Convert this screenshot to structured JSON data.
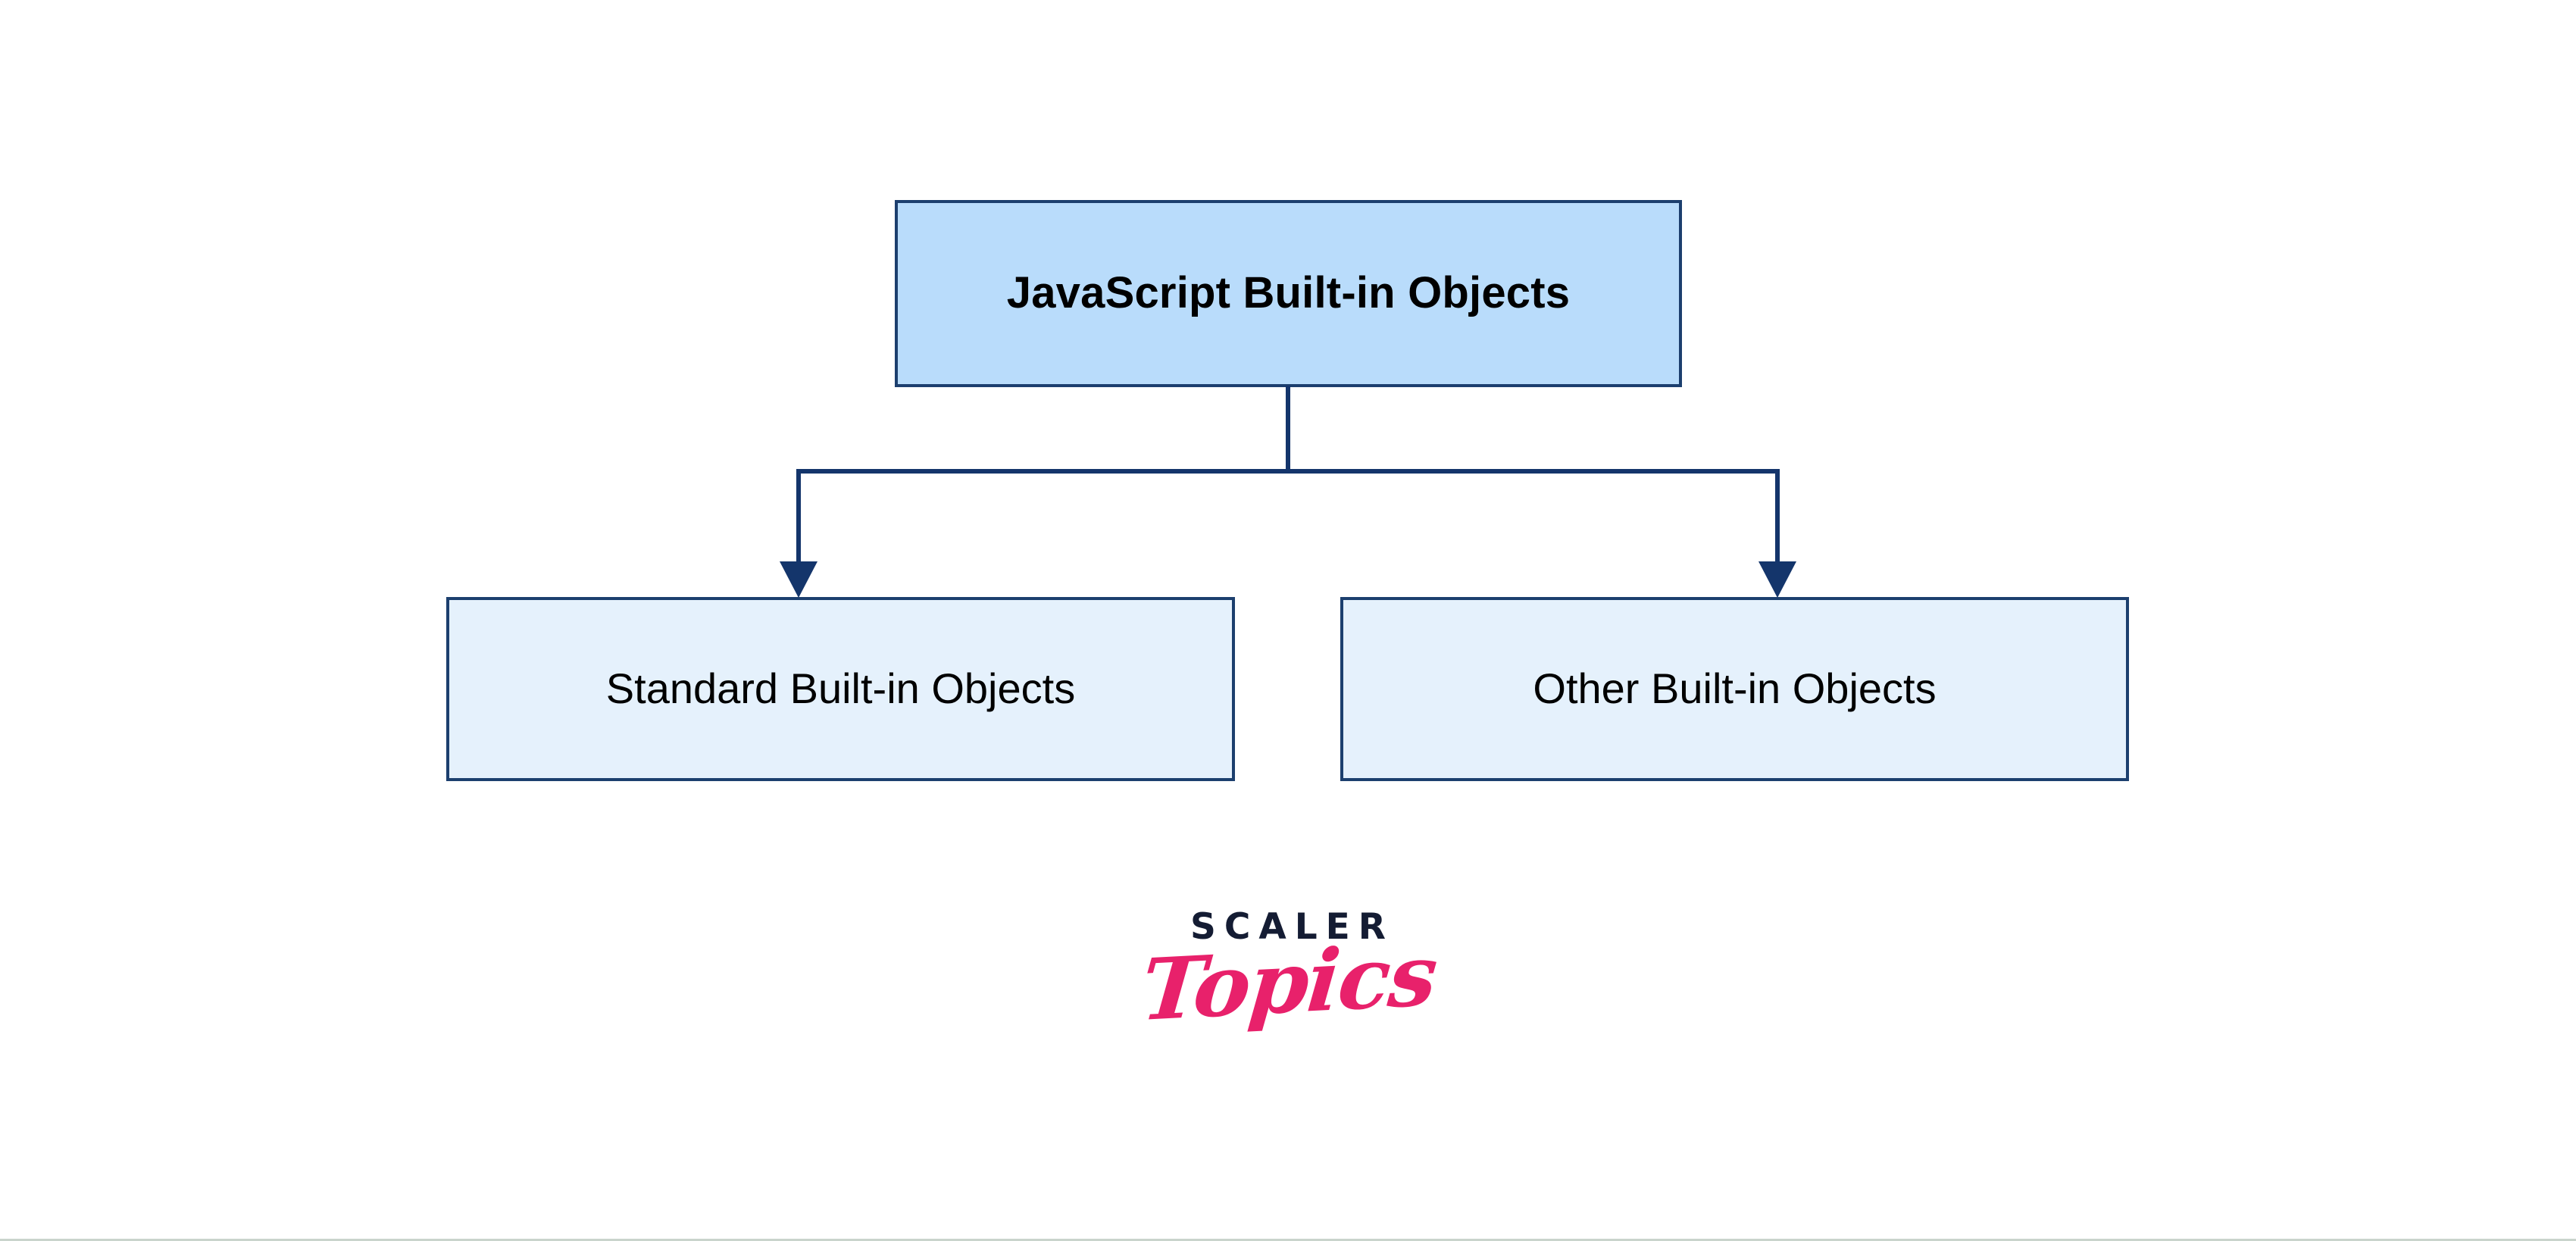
{
  "diagram": {
    "title": "JavaScript Built-in Objects",
    "type": "hierarchy-tree",
    "root": {
      "label": "JavaScript Built-in Objects",
      "fill_color": "#b9dcfb",
      "border_color": "#1c3f6e",
      "text_color": "#000000"
    },
    "children": [
      {
        "label": "Standard Built-in Objects",
        "fill_color": "#e5f1fc",
        "border_color": "#1c3f6e",
        "text_color": "#000000"
      },
      {
        "label": "Other Built-in Objects",
        "fill_color": "#e5f1fc",
        "border_color": "#1c3f6e",
        "text_color": "#000000"
      }
    ],
    "connector_color": "#14356b",
    "background_color": "#ffffff"
  },
  "logo": {
    "wordmark": "SCALER",
    "script": "Topics",
    "wordmark_color": "#141c33",
    "script_color": "#e8216b"
  }
}
